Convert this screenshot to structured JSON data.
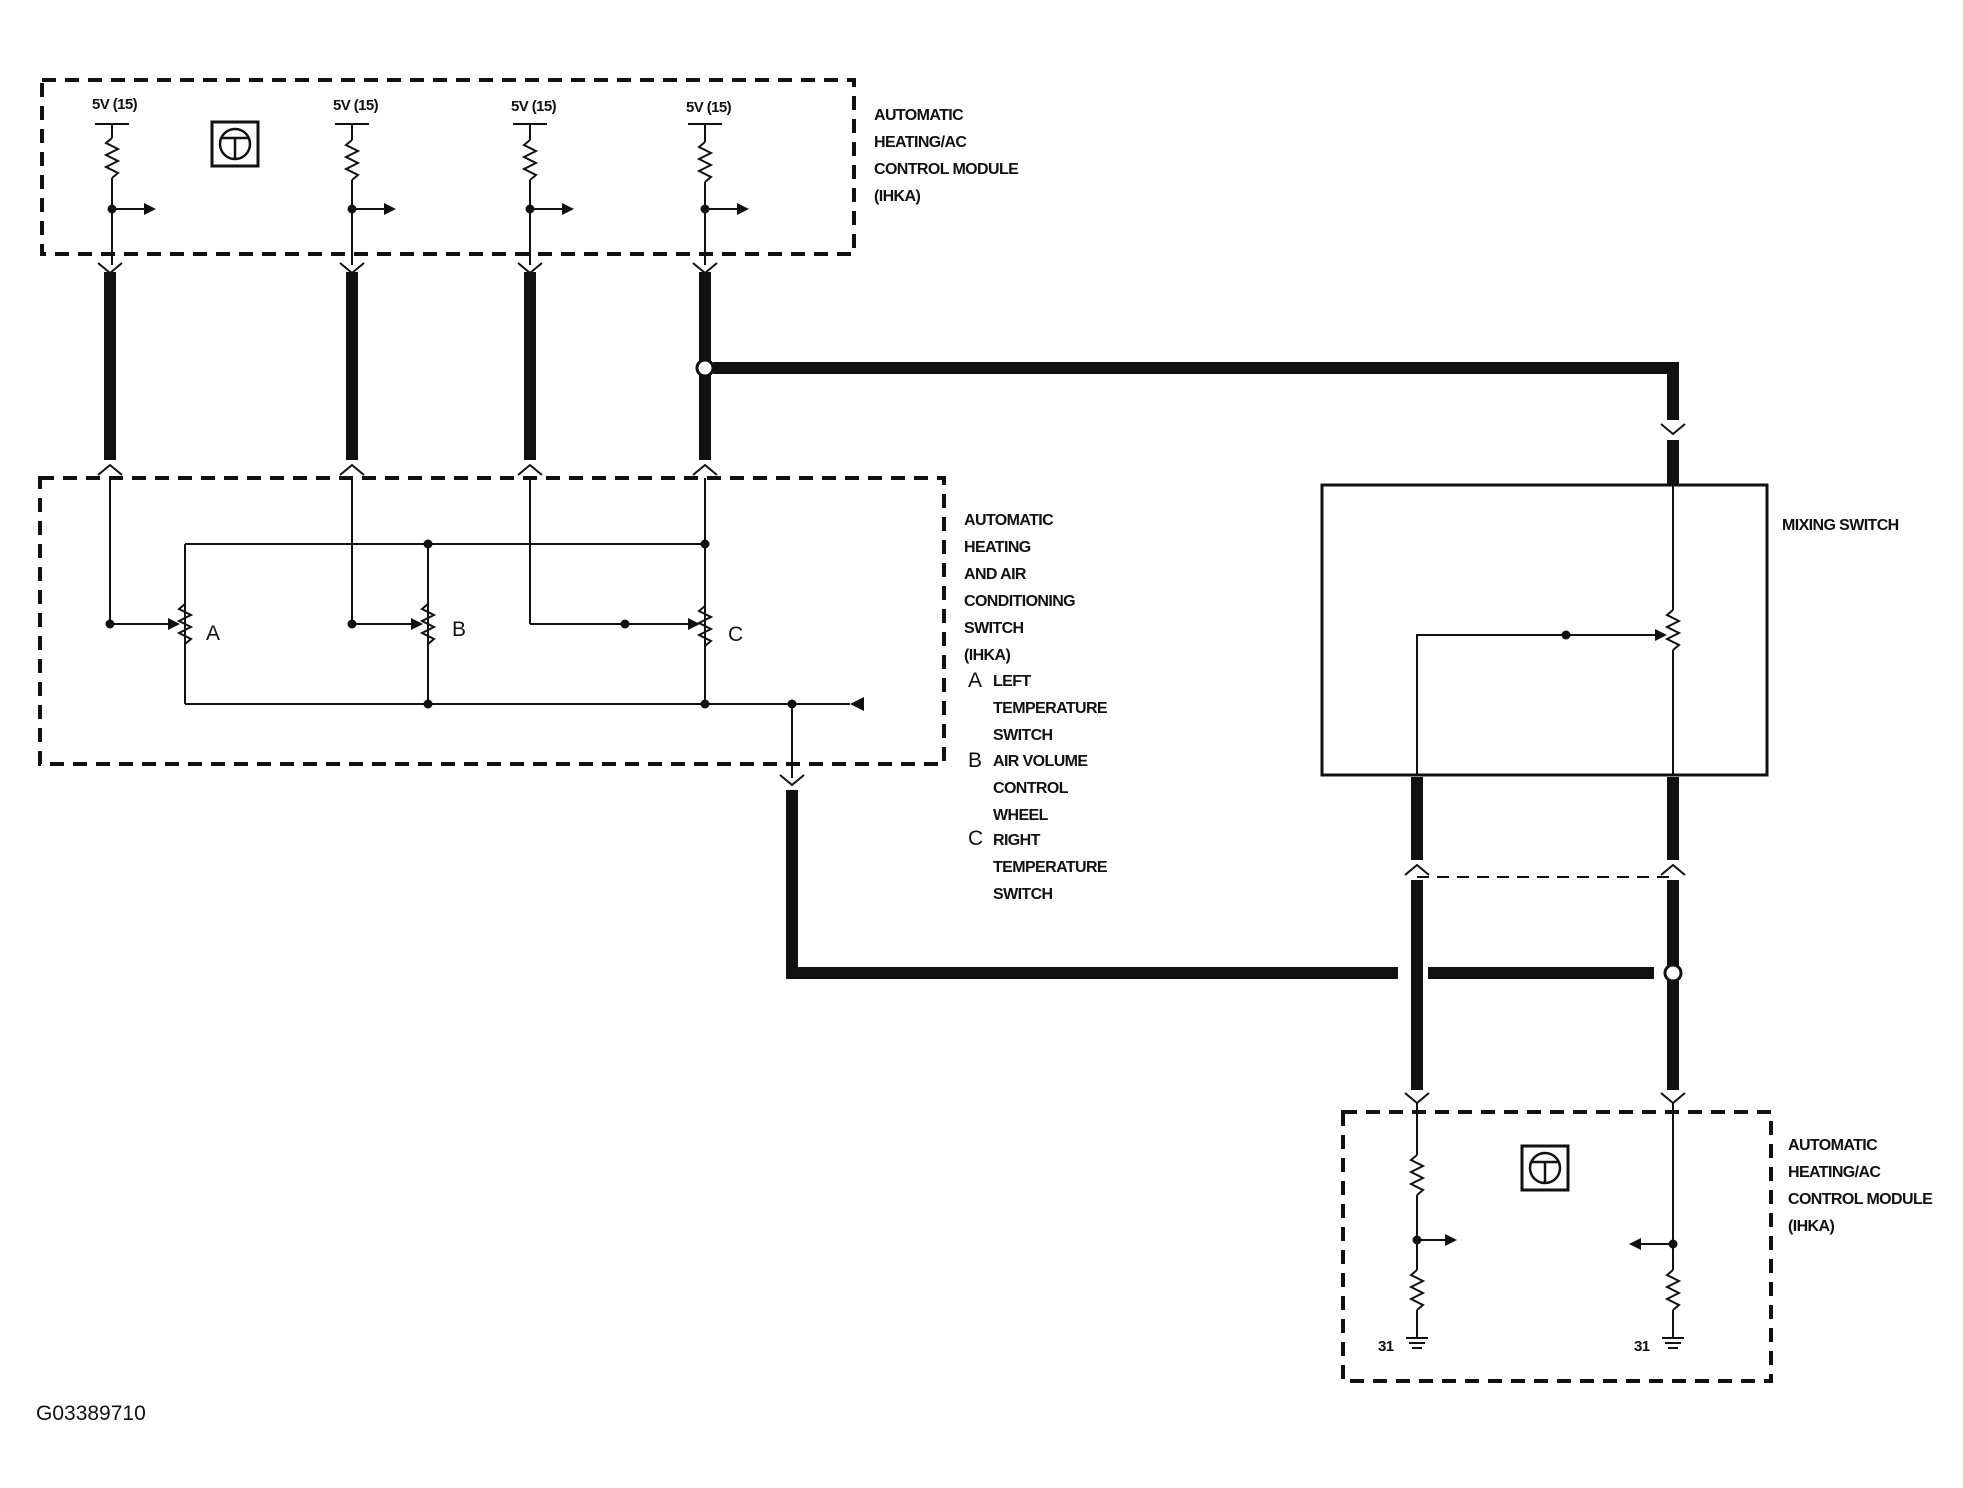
{
  "module_top": {
    "title_lines": [
      "AUTOMATIC",
      "HEATING/AC",
      "CONTROL MODULE",
      "(IHKA)"
    ],
    "supply_labels": [
      "5V (15)",
      "5V (15)",
      "5V (15)",
      "5V (15)"
    ],
    "icon": "control-unit-icon"
  },
  "switch_panel": {
    "title_lines": [
      "AUTOMATIC",
      "HEATING",
      "AND AIR",
      "CONDITIONING",
      "SWITCH",
      "(IHKA)"
    ],
    "pot_letters": [
      "A",
      "B",
      "C"
    ],
    "legend": [
      {
        "key": "A",
        "lines": [
          "LEFT",
          "TEMPERATURE",
          "SWITCH"
        ]
      },
      {
        "key": "B",
        "lines": [
          "AIR VOLUME",
          "CONTROL",
          "WHEEL"
        ]
      },
      {
        "key": "C",
        "lines": [
          "RIGHT",
          "TEMPERATURE",
          "SWITCH"
        ]
      }
    ]
  },
  "mixing_switch": {
    "label": "MIXING SWITCH"
  },
  "module_bottom": {
    "title_lines": [
      "AUTOMATIC",
      "HEATING/AC",
      "CONTROL MODULE",
      "(IHKA)"
    ],
    "ground_labels": [
      "31",
      "31"
    ],
    "icon": "control-unit-icon"
  },
  "figure_id": "G03389710"
}
